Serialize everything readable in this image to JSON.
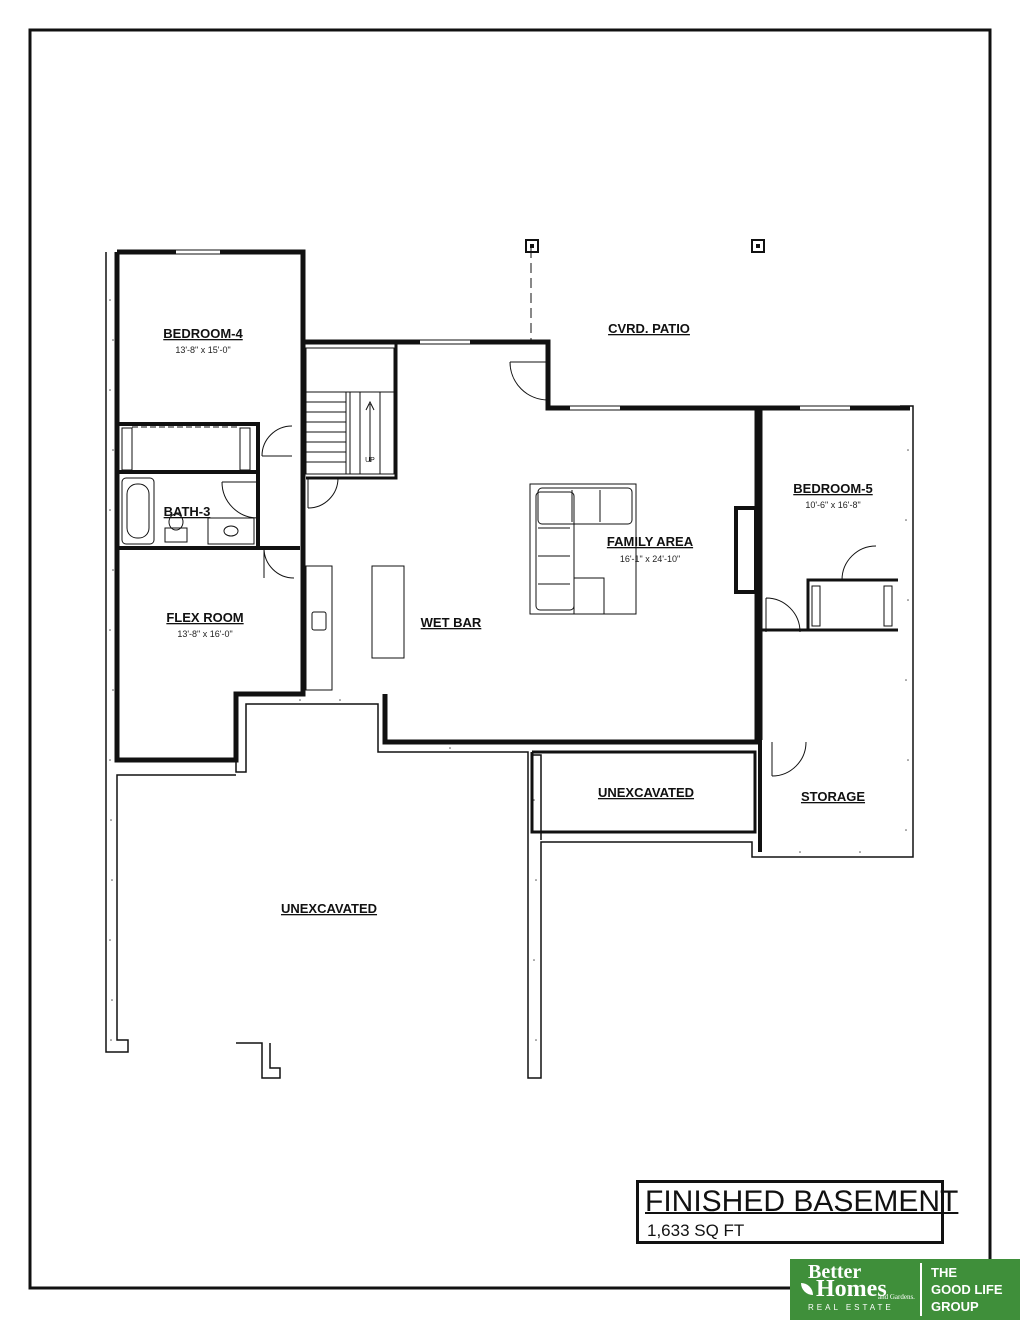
{
  "rooms": {
    "bedroom4": {
      "name": "BEDROOM-4",
      "dims": "13'-8\" x 15'-0\""
    },
    "bath3": {
      "name": "BATH-3"
    },
    "flex": {
      "name": "FLEX ROOM",
      "dims": "13'-8\" x 16'-0\""
    },
    "wetbar": {
      "name": "WET BAR"
    },
    "family": {
      "name": "FAMILY AREA",
      "dims": "16'-1\" x 24'-10\""
    },
    "patio": {
      "name": "CVRD. PATIO"
    },
    "bedroom5": {
      "name": "BEDROOM-5",
      "dims": "10'-6\" x 16'-8\""
    },
    "unexcavated_small": {
      "name": "UNEXCAVATED"
    },
    "storage": {
      "name": "STORAGE"
    },
    "unexcavated_large": {
      "name": "UNEXCAVATED"
    }
  },
  "stair": {
    "label": "UP"
  },
  "title_block": {
    "title": "FINISHED BASEMENT",
    "area": "1,633 SQ FT"
  },
  "logo": {
    "brand_line1": "Better",
    "brand_line2": "Homes",
    "brand_tag": "and Gardens.",
    "brand_sub": "REAL ESTATE",
    "group_line1": "THE",
    "group_line2": "GOOD LIFE",
    "group_line3": "GROUP",
    "color": "#3f8f3a"
  }
}
